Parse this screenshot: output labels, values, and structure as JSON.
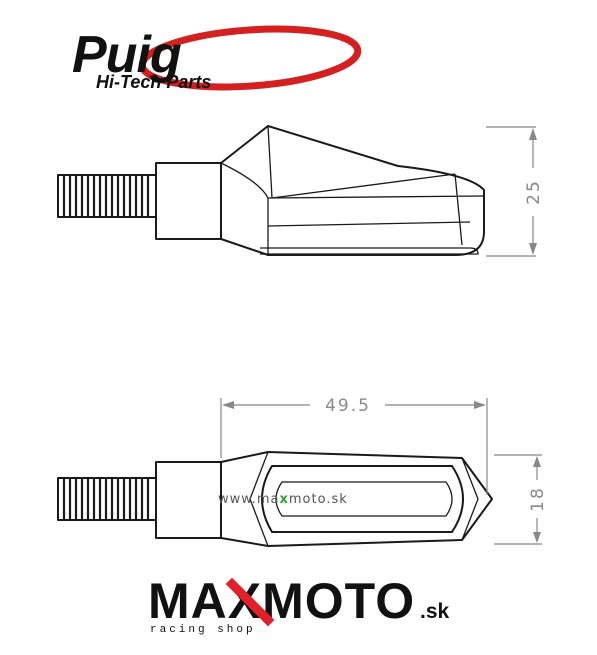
{
  "brand": {
    "name": "Puig",
    "tagline": "Hi-Tech Parts",
    "accent_color": "#d4201f"
  },
  "dimensions": {
    "height_side_view": "25",
    "length_top_view": "49.5",
    "height_top_view": "18"
  },
  "watermark": {
    "prefix": "www.",
    "before_x": "ma",
    "x": "x",
    "after_x": "moto.sk",
    "accent_color": "#2aa52a"
  },
  "shop_logo": {
    "part1": "MAX",
    "part2": "MOTO",
    "suffix": ".sk",
    "tagline": "racing shop",
    "accent_color": "#e3202a"
  }
}
